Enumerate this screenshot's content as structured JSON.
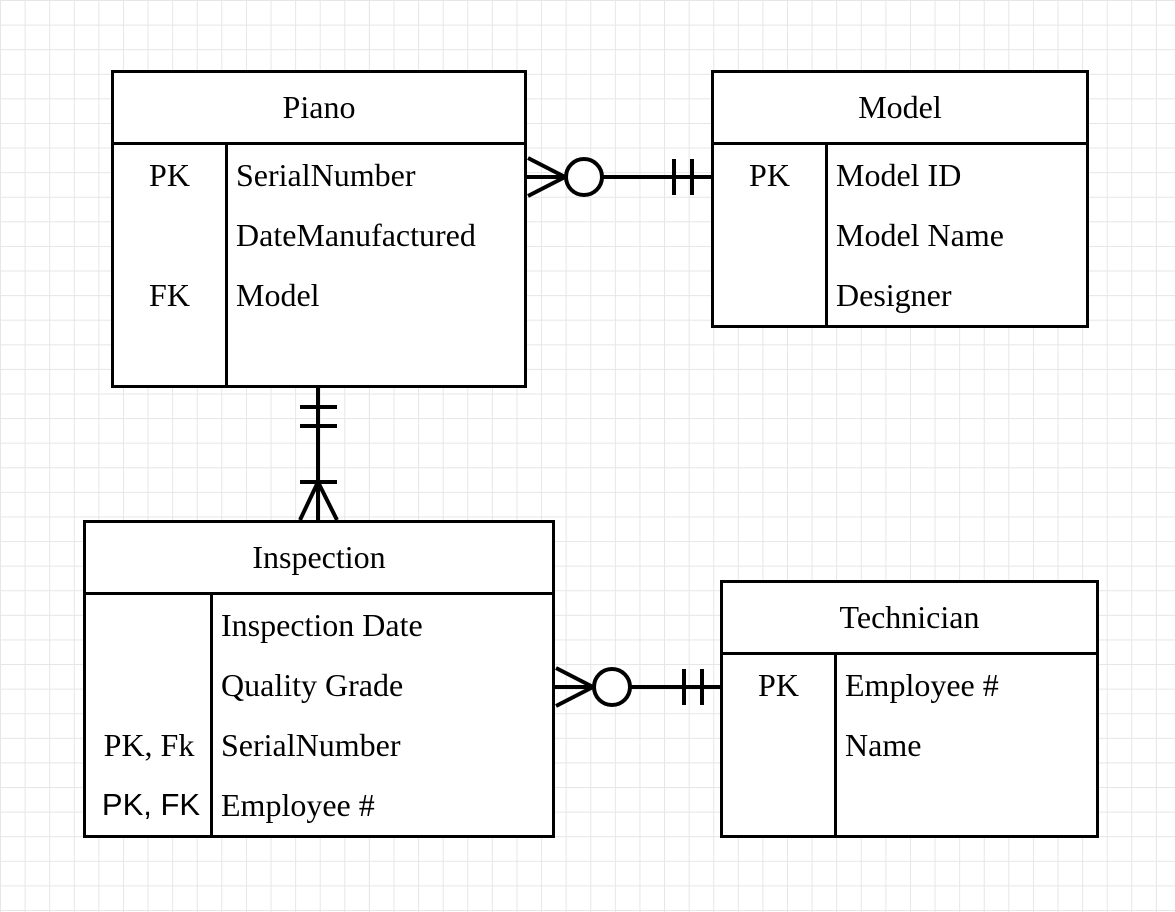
{
  "entities": {
    "piano": {
      "title": "Piano",
      "rows": [
        {
          "key": "PK",
          "attr": "SerialNumber"
        },
        {
          "key": "",
          "attr": "DateManufactured"
        },
        {
          "key": "FK",
          "attr": "Model"
        }
      ]
    },
    "model": {
      "title": "Model",
      "rows": [
        {
          "key": "PK",
          "attr": "Model ID"
        },
        {
          "key": "",
          "attr": "Model Name"
        },
        {
          "key": "",
          "attr": "Designer"
        }
      ]
    },
    "inspection": {
      "title": "Inspection",
      "rows": [
        {
          "key": "",
          "attr": "Inspection Date"
        },
        {
          "key": "",
          "attr": "Quality Grade"
        },
        {
          "key": "PK, Fk",
          "attr": "SerialNumber"
        },
        {
          "key": "PK, FK",
          "attr": "Employee #"
        }
      ]
    },
    "technician": {
      "title": "Technician",
      "rows": [
        {
          "key": "PK",
          "attr": "Employee #"
        },
        {
          "key": "",
          "attr": "Name"
        }
      ]
    }
  },
  "relationships": [
    {
      "from": "Piano",
      "from_cardinality": "zero-or-many",
      "to": "Model",
      "to_cardinality": "exactly-one"
    },
    {
      "from": "Piano",
      "from_cardinality": "exactly-one",
      "to": "Inspection",
      "to_cardinality": "one-or-many"
    },
    {
      "from": "Inspection",
      "from_cardinality": "zero-or-many",
      "to": "Technician",
      "to_cardinality": "exactly-one"
    }
  ],
  "colors": {
    "line": "#000000",
    "grid": "#e6e6e6",
    "background": "#ffffff"
  }
}
